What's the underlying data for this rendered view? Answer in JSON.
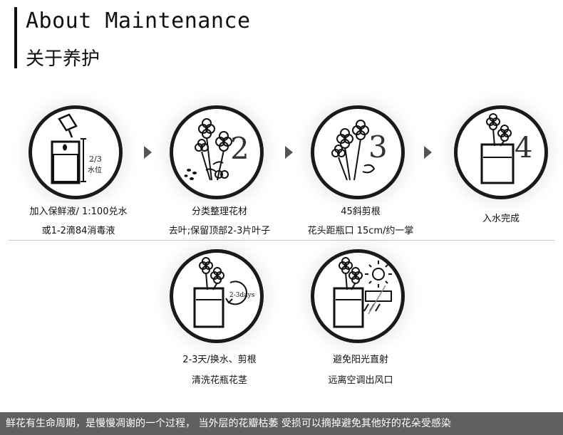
{
  "header": {
    "title_en": "About Maintenance",
    "title_zh": "关于养护"
  },
  "steps": [
    {
      "line1": "加入保鲜液/ 1:100兑水",
      "line2": "或1-2滴84消毒液",
      "icon_label": "2/3",
      "icon_label2": "水位"
    },
    {
      "line1": "分类整理花材",
      "line2": "去叶;保留顶部2-3片叶子",
      "icon_label": "2"
    },
    {
      "line1": "45斜剪根",
      "line2": "花头距瓶口 15cm/约一掌",
      "icon_label": "3"
    },
    {
      "line1": "入水完成",
      "icon_label": "4"
    },
    {
      "line1": "2-3天/换水、剪根",
      "line2": "清洗花瓶花茎",
      "icon_label": "2-3days"
    },
    {
      "line1": "避免阳光直射",
      "line2": "远离空调出风口"
    }
  ],
  "footer": {
    "text": "鲜花有生命周期，是慢慢凋谢的一个过程，  当外层的花瓣枯萎  受损可以摘掉避免其他好的花朵受感染"
  },
  "icons": {
    "step1": "vase-with-dropper-icon",
    "step2": "sorted-flowers-icon",
    "step3": "cut-flowers-icon",
    "step4": "flowers-in-vase-icon",
    "step5": "change-water-icon",
    "step6": "avoid-sun-ac-icon"
  }
}
